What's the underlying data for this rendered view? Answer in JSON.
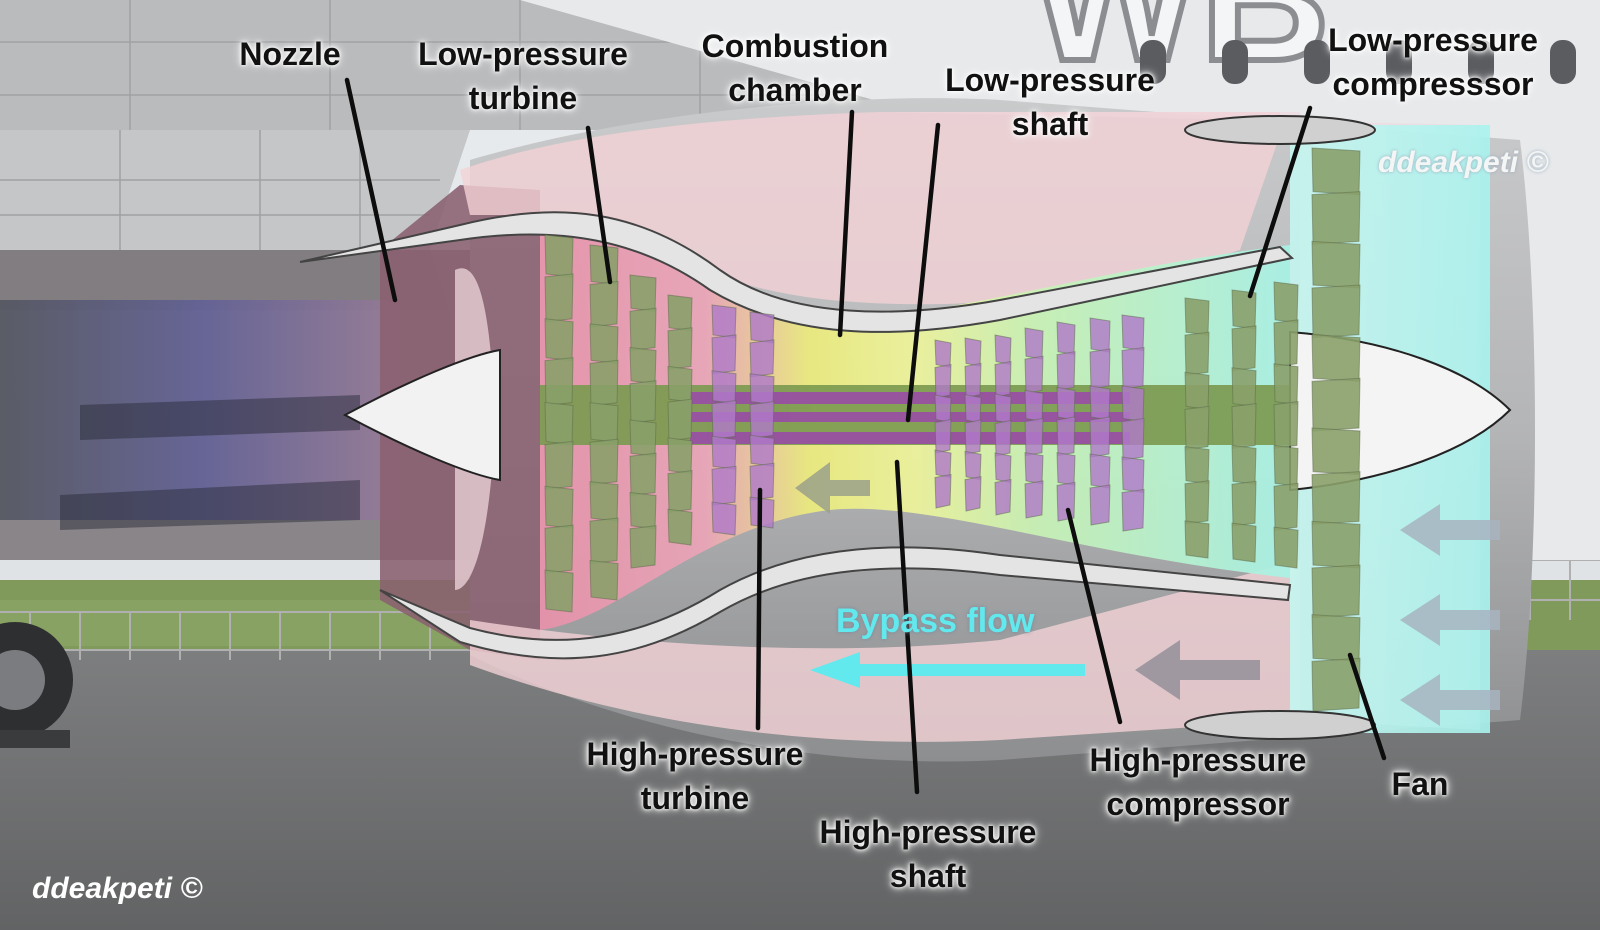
{
  "labels": {
    "nozzle": [
      "Nozzle"
    ],
    "lp_turbine": [
      "Low-pressure",
      "turbine"
    ],
    "combustion": [
      "Combustion",
      "chamber"
    ],
    "lp_shaft": [
      "Low-pressure",
      "shaft"
    ],
    "lp_compressor": [
      "Low-pressure",
      "compresssor"
    ],
    "hp_turbine": [
      "High-pressure",
      "turbine"
    ],
    "hp_shaft": [
      "High-pressure",
      "shaft"
    ],
    "hp_compressor": [
      "High-pressure",
      "compressor"
    ],
    "fan": [
      "Fan"
    ]
  },
  "bypass_label": "Bypass flow",
  "watermark": "ddeakpeti ©",
  "background_lettering": "WB",
  "colors": {
    "bypass": "#62e9ee",
    "low_pressure_blades": "#8aa06a",
    "high_pressure_blades": "#b07ac8",
    "shaft_low": "#7c9a50",
    "shaft_high": "#9a4aa8",
    "turbine_zone": "#e8a0b4",
    "combustion_zone": "#e8ee78",
    "compressor_zone": "#b8f0cc",
    "fan_zone": "#a8f4ee"
  }
}
